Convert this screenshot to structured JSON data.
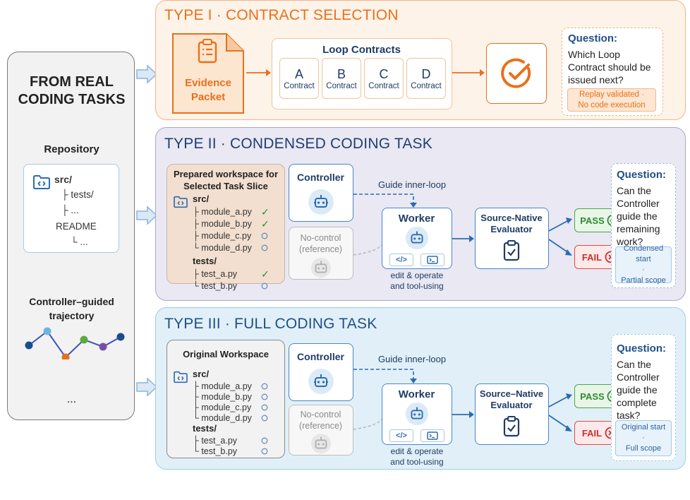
{
  "left": {
    "title_line1": "FROM REAL",
    "title_line2": "CODING TASKS",
    "repo_label": "Repository",
    "repo_tree": [
      "src/",
      "├ tests/",
      "├ ...",
      "README",
      "└ ..."
    ],
    "traj_line1": "Controller–guided",
    "traj_line2": "trajectory",
    "more": "..."
  },
  "type1": {
    "title": "TYPE I · CONTRACT SELECTION",
    "evidence_line1": "Evidence",
    "evidence_line2": "Packet",
    "loop_title": "Loop Contracts",
    "contracts": [
      {
        "letter": "A",
        "label": "Contract"
      },
      {
        "letter": "B",
        "label": "Contract"
      },
      {
        "letter": "C",
        "label": "Contract"
      },
      {
        "letter": "D",
        "label": "Contract"
      }
    ],
    "question_title": "Question:",
    "question_lines": [
      "Which Loop",
      "Contract should be",
      "issued next?"
    ],
    "note_line1": "Replay validated ·",
    "note_line2": "No code execution"
  },
  "type2": {
    "title": "TYPE II · CONDENSED CODING TASK",
    "ws_title_line1": "Prepared workspace for",
    "ws_title_line2": "Selected Task Slice",
    "ws_src": "src/",
    "ws_files": [
      {
        "name": "├ module_a.py",
        "status": "done"
      },
      {
        "name": "├ module_b.py",
        "status": "done"
      },
      {
        "name": "├ module_c.py",
        "status": "todo"
      },
      {
        "name": "└ module_d.py",
        "status": "todo"
      }
    ],
    "ws_tests": "tests/",
    "ws_test_files": [
      {
        "name": "├ test_a.py",
        "status": "done"
      },
      {
        "name": "└ test_b.py",
        "status": "todo"
      }
    ],
    "controller": "Controller",
    "nocontrol_line1": "No-control",
    "nocontrol_line2": "(reference)",
    "guide": "Guide inner-loop",
    "worker": "Worker",
    "worker_caption_line1": "edit & operate",
    "worker_caption_line2": "and tool-using",
    "evaluator_line1": "Source-Native",
    "evaluator_line2": "Evaluator",
    "pass": "PASS",
    "fail": "FAIL",
    "question_title": "Question:",
    "question_lines": [
      "Can the",
      "Controller",
      "guide the",
      "remaining",
      "work?"
    ],
    "chip1": "Condensed start",
    "chip_dot": "·",
    "chip2": "Partial scope"
  },
  "type3": {
    "title": "TYPE III · FULL CODING TASK",
    "ws_title": "Original Workspace",
    "ws_src": "src/",
    "ws_files": [
      {
        "name": "├ module_a.py",
        "status": "todo"
      },
      {
        "name": "├ module_b.py",
        "status": "todo"
      },
      {
        "name": "├ module_c.py",
        "status": "todo"
      },
      {
        "name": "└ module_d.py",
        "status": "todo"
      }
    ],
    "ws_tests": "tests/",
    "ws_test_files": [
      {
        "name": "├ test_a.py",
        "status": "todo"
      },
      {
        "name": "└ test_b.py",
        "status": "todo"
      }
    ],
    "controller": "Controller",
    "nocontrol_line1": "No-control",
    "nocontrol_line2": "(reference)",
    "guide": "Guide inner-loop",
    "worker": "Worker",
    "worker_caption_line1": "edit & operate",
    "worker_caption_line2": "and tool-using",
    "evaluator_line1": "Source–Native",
    "evaluator_line2": "Evaluator",
    "pass": "PASS",
    "fail": "FAIL",
    "question_title": "Question:",
    "question_lines": [
      "Can the",
      "Controller",
      "guide the",
      "complete",
      "task?"
    ],
    "chip1": "Original start",
    "chip_dot": "·",
    "chip2": "Full scope"
  },
  "colors": {
    "type1": "#e8701a",
    "type2": "#203f70",
    "type3": "#1f4f86",
    "accent_blue": "#2b6cb0",
    "pass": "#2e8b2e",
    "fail": "#c63232"
  }
}
